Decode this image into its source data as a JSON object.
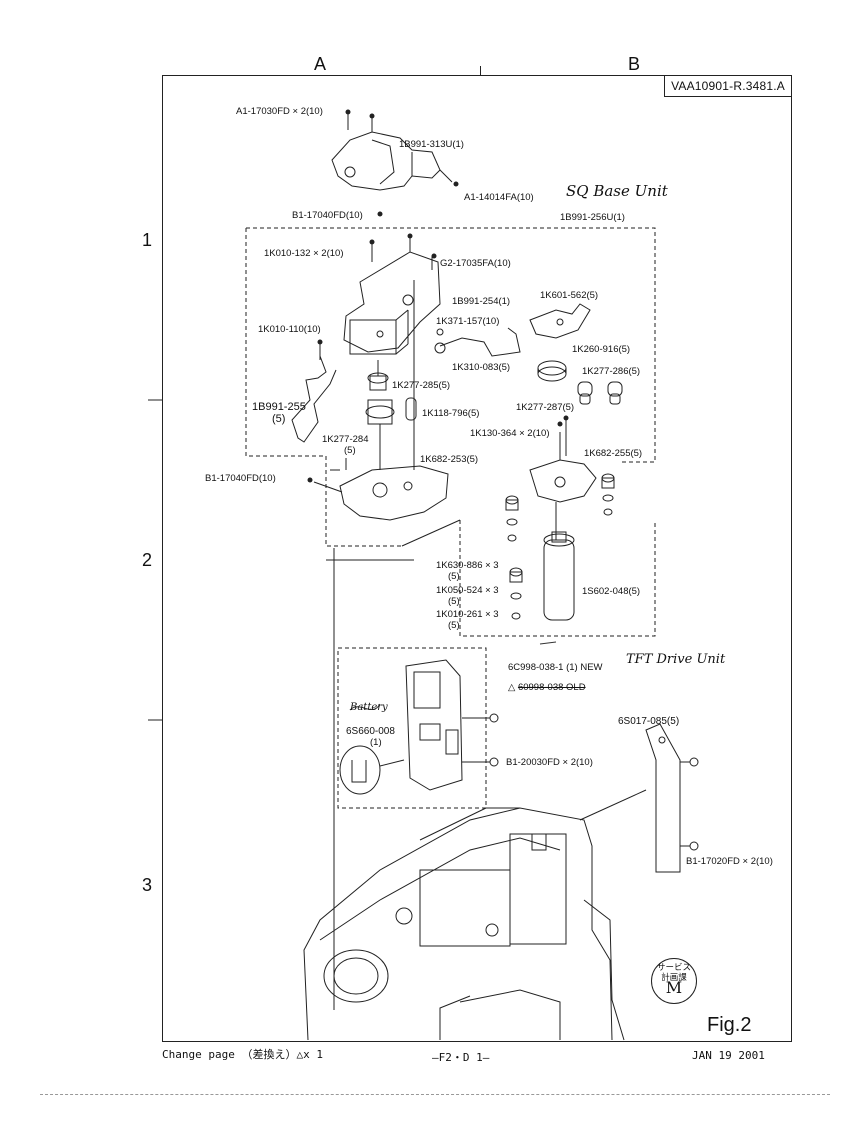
{
  "header": {
    "col_a": "A",
    "col_b": "B",
    "doc_id": "VAA10901-R.3481.A"
  },
  "rows": [
    "1",
    "2",
    "3"
  ],
  "parts": {
    "p01": "A1-17030FD × 2(10)",
    "p02": "1B991-313U(1)",
    "p03": "A1-14014FA(10)",
    "p04": "B1-17040FD(10)",
    "p05": "1B991-256U(1)",
    "p06": "1K010-132 × 2(10)",
    "p07": "G2-17035FA(10)",
    "p08": "1B991-254(1)",
    "p09": "1K601-562(5)",
    "p10": "1K371-157(10)",
    "p11": "1K010-110(10)",
    "p12": "1K260-916(5)",
    "p13": "1K310-083(5)",
    "p14": "1K277-285(5)",
    "p15": "1K277-286(5)",
    "p16": "1B991-255",
    "p16b": "(5)",
    "p17": "1K118-796(5)",
    "p18": "1K277-287(5)",
    "p19": "1K130-364 × 2(10)",
    "p20": "1K277-284",
    "p20b": "(5)",
    "p21": "1K682-253(5)",
    "p22": "1K682-255(5)",
    "p23": "B1-17040FD(10)",
    "p24": "1K630-886 × 3",
    "p24b": "(5)",
    "p25": "1K050-524 × 3",
    "p25b": "(5)",
    "p26": "1K010-261 × 3",
    "p26b": "(5)",
    "p27": "1S602-048(5)",
    "p28": "6C998-038-1 (1) NEW",
    "p29": "60998-038 OLD",
    "p29_prefix": "△",
    "p30": "6S017-085(5)",
    "p31": "6S660-008",
    "p31b": "(1)",
    "p32": "B1-20030FD × 2(10)",
    "p33": "B1-17020FD × 2(10)"
  },
  "handwritten": {
    "sq_base": "SQ Base Unit",
    "tft": "TFT Drive Unit",
    "scribble": "Battery"
  },
  "stamp": {
    "line1": "サービス",
    "line2": "計画課",
    "letter": "M"
  },
  "figure_label": "Fig.2",
  "footer": {
    "left": "Change page （差換え）△x 1",
    "center": "—F2・D 1—",
    "date": "JAN 19  2001"
  }
}
